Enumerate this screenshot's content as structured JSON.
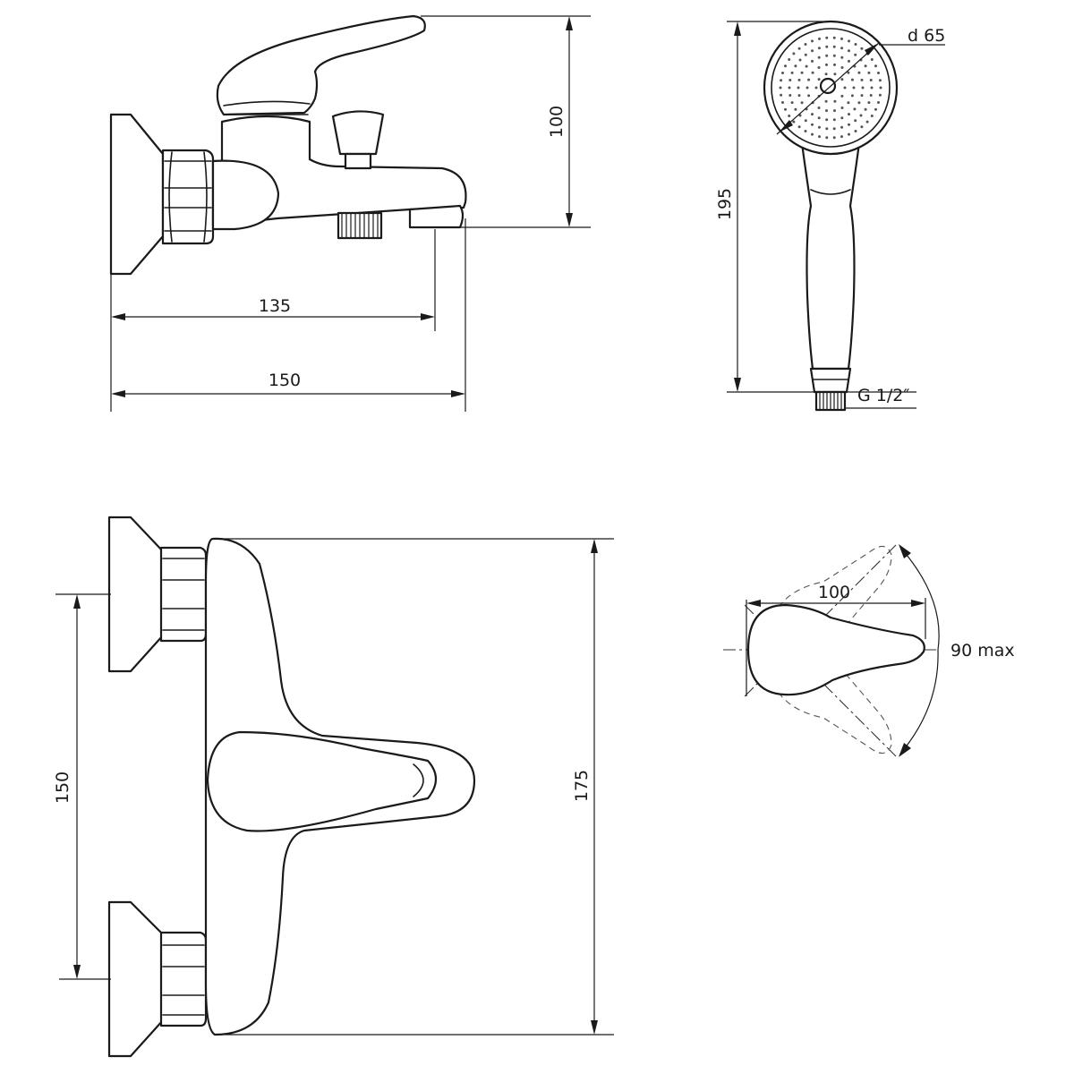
{
  "dimensions": {
    "top_view_height": "100",
    "outlet_distance": "135",
    "total_length": "150",
    "shower_head_diameter": "d 65",
    "shower_length": "195",
    "shower_thread": "G 1/2″",
    "wall_spacing": "150",
    "overall_height": "175",
    "handle_length": "100",
    "handle_rotation": "90 max"
  }
}
